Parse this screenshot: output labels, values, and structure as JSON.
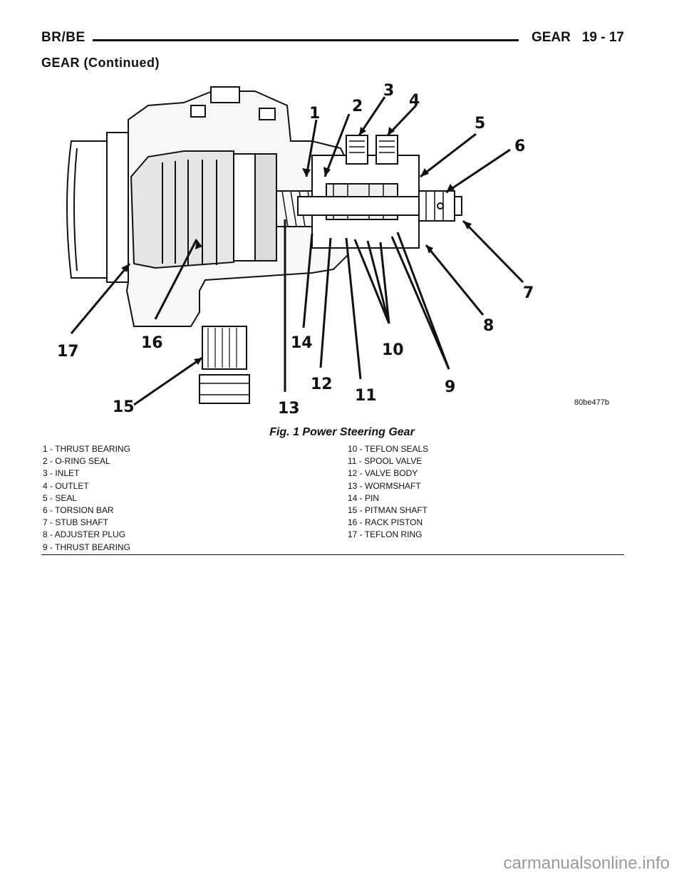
{
  "header": {
    "left": "BR/BE",
    "section": "GEAR",
    "page": "19 - 17"
  },
  "section_title": "GEAR (Continued)",
  "figure": {
    "code": "80be477b",
    "callouts": [
      "1",
      "2",
      "3",
      "4",
      "5",
      "6",
      "7",
      "8",
      "9",
      "10",
      "11",
      "12",
      "13",
      "14",
      "15",
      "16",
      "17"
    ]
  },
  "caption": "Fig. 1 Power Steering Gear",
  "legend": {
    "left": [
      "1 - THRUST BEARING",
      "2 - O-RING SEAL",
      "3 - INLET",
      "4 - OUTLET",
      "5 - SEAL",
      "6 - TORSION BAR",
      "7 - STUB SHAFT",
      "8 - ADJUSTER PLUG",
      "9 - THRUST BEARING"
    ],
    "right": [
      "10 - TEFLON SEALS",
      "11 - SPOOL VALVE",
      "12 - VALVE BODY",
      "13 - WORMSHAFT",
      "14 - PIN",
      "15 - PITMAN SHAFT",
      "16 - RACK PISTON",
      "17 - TEFLON RING"
    ]
  },
  "watermark": "carmanualsonline.info"
}
